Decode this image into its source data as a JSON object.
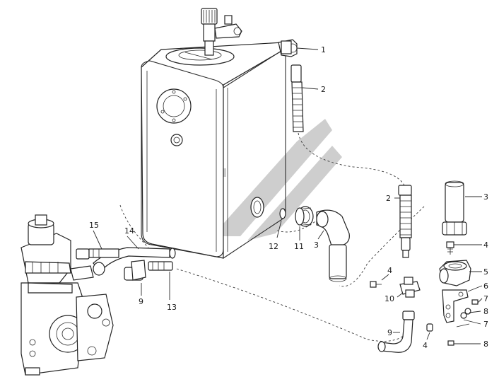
{
  "diagram": {
    "watermark_color": "#c9c9c9",
    "callouts": [
      {
        "id": "c1",
        "label": "1"
      },
      {
        "id": "c2a",
        "label": "2"
      },
      {
        "id": "c2b",
        "label": "2"
      },
      {
        "id": "c3a",
        "label": "3"
      },
      {
        "id": "c3b",
        "label": "3"
      },
      {
        "id": "c4a",
        "label": "4"
      },
      {
        "id": "c4b",
        "label": "4"
      },
      {
        "id": "c4c",
        "label": "4"
      },
      {
        "id": "c5",
        "label": "5"
      },
      {
        "id": "c6",
        "label": "6"
      },
      {
        "id": "c7a",
        "label": "7"
      },
      {
        "id": "c7b",
        "label": "7"
      },
      {
        "id": "c8a",
        "label": "8"
      },
      {
        "id": "c8b",
        "label": "8"
      },
      {
        "id": "c9a",
        "label": "9"
      },
      {
        "id": "c9b",
        "label": "9"
      },
      {
        "id": "c10",
        "label": "10"
      },
      {
        "id": "c11",
        "label": "11"
      },
      {
        "id": "c12",
        "label": "12"
      },
      {
        "id": "c13",
        "label": "13"
      },
      {
        "id": "c14",
        "label": "14"
      },
      {
        "id": "c15",
        "label": "15"
      }
    ]
  }
}
